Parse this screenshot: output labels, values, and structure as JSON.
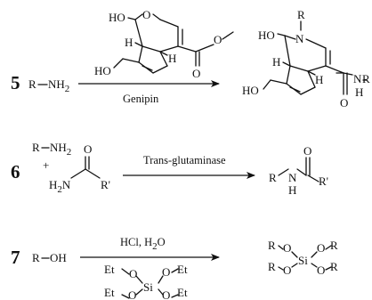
{
  "reaction_5": {
    "number": "5",
    "reactant_R": "R",
    "reactant_group": "NH",
    "reactant_sub": "2",
    "reagent_label": "Genipin",
    "genipin_atoms": {
      "HO_top": "HO",
      "ring_O": "O",
      "H_left": "H",
      "HO_side": "HO",
      "H_right": "H",
      "ester_O": "O",
      "carbonyl_O": "O"
    },
    "product_atoms": {
      "HO_top": "HO",
      "N_ring": "N",
      "R_ring": "R",
      "H_left": "H",
      "HO_side": "HO",
      "H_right": "H",
      "O_amide": "O",
      "N_amide": "N",
      "H_amide": "H",
      "R_amide": "R"
    }
  },
  "reaction_6": {
    "number": "6",
    "amine_R": "R",
    "amine_group": "NH",
    "amine_sub": "2",
    "plus": "+",
    "amide_O": "O",
    "amide_H2N": "H",
    "amide_sub": "2",
    "amide_N": "N",
    "amide_R": "R'",
    "enzyme_label": "Trans-glutaminase",
    "product": {
      "R": "R",
      "N": "N",
      "H": "H",
      "O": "O",
      "R_prime": "R'"
    }
  },
  "reaction_7": {
    "number": "7",
    "reactant": "R",
    "reactant_group": "OH",
    "conditions_label": "HCl, H",
    "conditions_sub": "2",
    "conditions_end": "O",
    "teos": {
      "Et1": "Et",
      "O1": "O",
      "O2": "O",
      "Et2": "Et",
      "Si": "Si",
      "Et3": "Et",
      "O3": "O",
      "O4": "O",
      "Et4": "Et"
    },
    "product": {
      "R1": "R",
      "O1": "O",
      "O2": "O",
      "R2": "R",
      "Si": "Si",
      "R3": "R",
      "O3": "O",
      "O4": "O",
      "R4": "R"
    }
  }
}
